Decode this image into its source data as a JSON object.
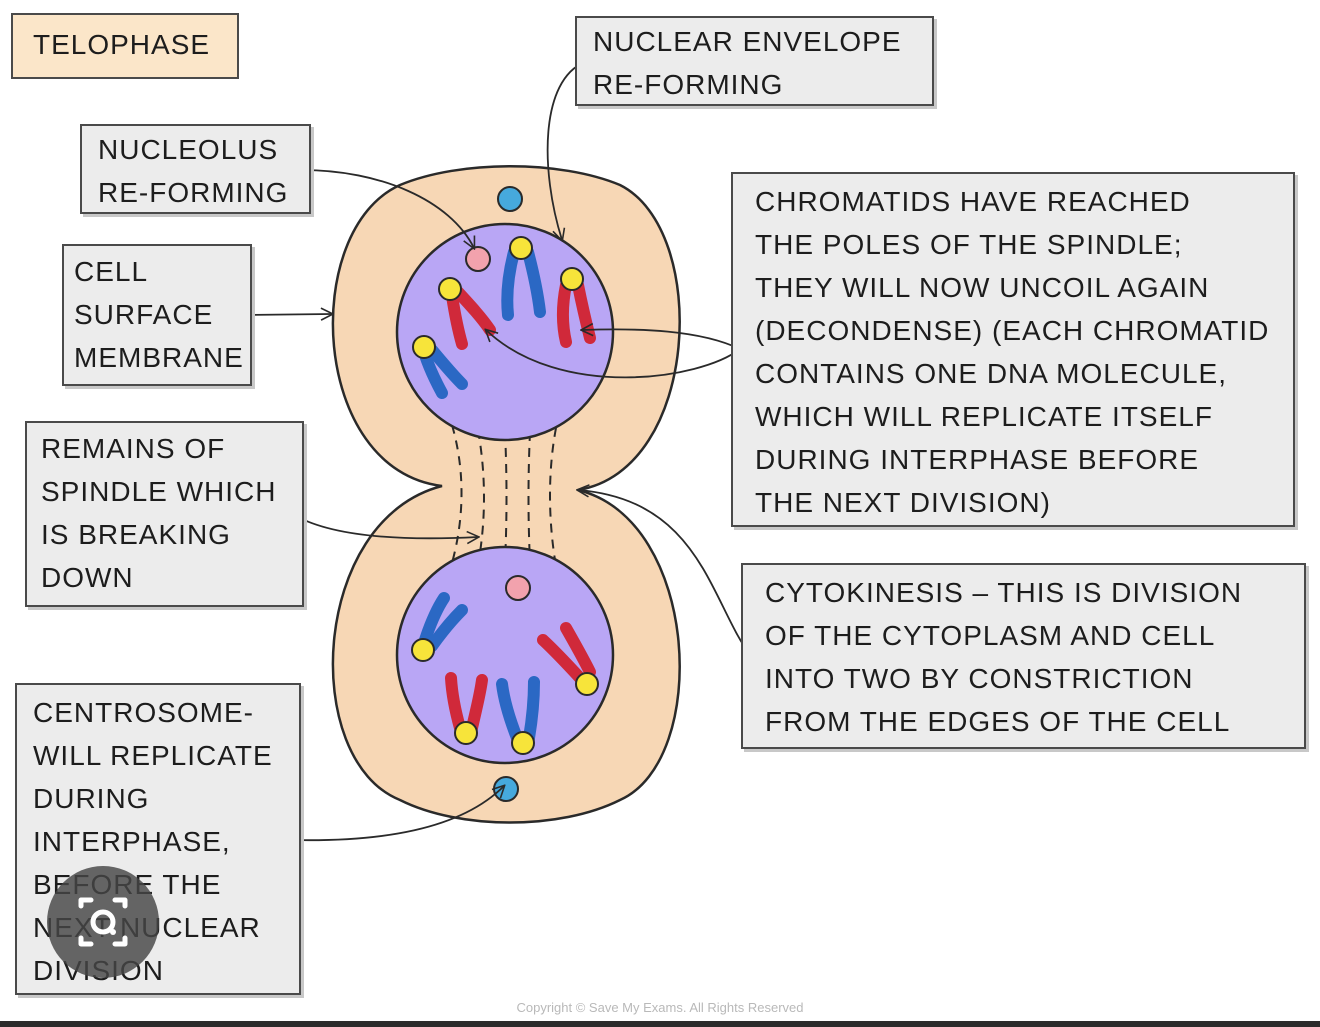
{
  "title": "TELOPHASE",
  "labels": {
    "nuclear_envelope": [
      "NUCLEAR  ENVELOPE",
      "RE-FORMING"
    ],
    "nucleolus": [
      "NUCLEOLUS",
      "RE-FORMING"
    ],
    "cell_surface_membrane": [
      "CELL",
      "SURFACE",
      "MEMBRANE"
    ],
    "spindle_remains": [
      "REMAINS  OF",
      "SPINDLE  WHICH",
      "IS  BREAKING",
      "DOWN"
    ],
    "centrosome": [
      "CENTROSOME-",
      "WILL  REPLICATE",
      "DURING",
      "INTERPHASE,",
      "BEFORE  THE",
      "NEXT  NUCLEAR",
      "DIVISION"
    ],
    "chromatids": [
      "CHROMATIDS  HAVE  REACHED",
      "THE  POLES  OF  THE  SPINDLE;",
      "THEY  WILL  NOW  UNCOIL  AGAIN",
      "(DECONDENSE) (EACH  CHROMATID",
      "CONTAINS  ONE  DNA  MOLECULE,",
      "WHICH  WILL  REPLICATE  ITSELF",
      "DURING  INTERPHASE  BEFORE",
      "THE  NEXT  DIVISION)"
    ],
    "cytokinesis": [
      "CYTOKINESIS – THIS  IS  DIVISION",
      "OF  THE  CYTOPLASM  AND  CELL",
      "INTO  TWO  BY  CONSTRICTION",
      "FROM  THE  EDGES  OF  THE  CELL"
    ]
  },
  "copyright": "Copyright © Save My Exams. All Rights Reserved",
  "colors": {
    "cytoplasm": "#f7d7b5",
    "nucleus": "#b9a6f5",
    "red_chromatid": "#d0293a",
    "blue_chromatid": "#2b68c4",
    "centromere": "#f7e43a",
    "centrosome": "#46a9dd",
    "nucleolus": "#f2a2ad",
    "label_box": "#ececec",
    "title_box": "#fbe6c9"
  },
  "overlay_icon": "lens-icon"
}
